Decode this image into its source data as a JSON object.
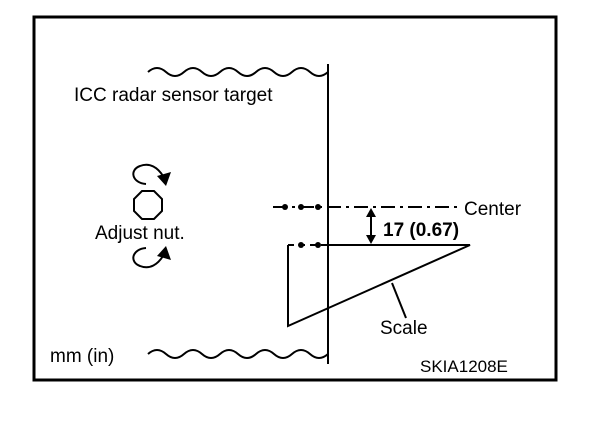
{
  "labels": {
    "target": "ICC radar sensor target",
    "center": "Center",
    "adjust_nut": "Adjust nut.",
    "dimension": "17 (0.67)",
    "scale": "Scale",
    "units": "mm (in)",
    "figure_code": "SKIA1208E"
  }
}
